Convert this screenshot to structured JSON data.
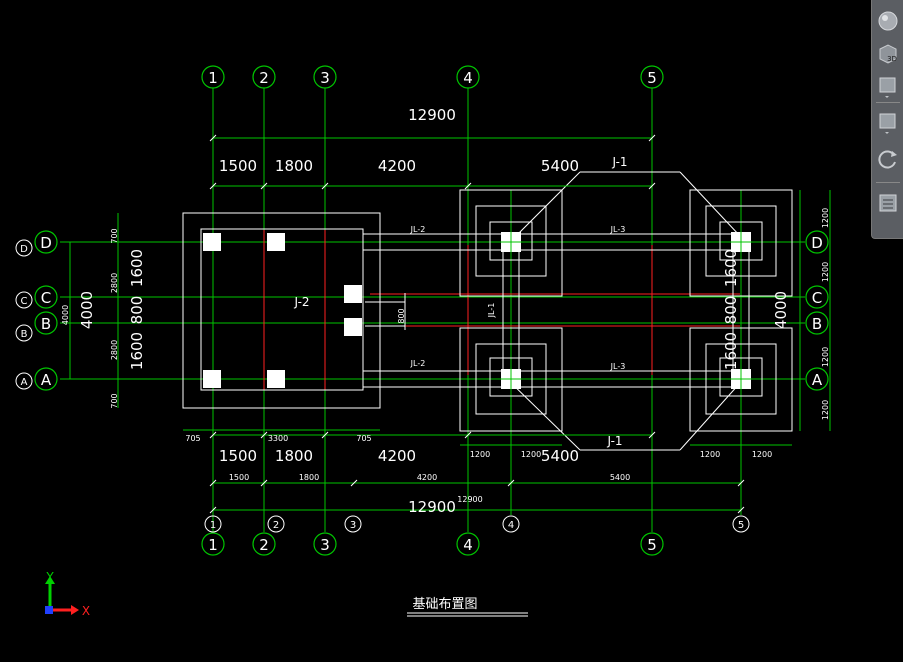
{
  "axes_top": [
    "1",
    "2",
    "3",
    "4",
    "5"
  ],
  "axes_bottom": [
    "1",
    "2",
    "3",
    "4",
    "5"
  ],
  "axes_bottom_small": [
    "1",
    "2",
    "3",
    "4",
    "5"
  ],
  "axes_left": [
    "D",
    "C",
    "B",
    "A"
  ],
  "axes_left_small": [
    "D",
    "C",
    "B",
    "A"
  ],
  "axes_right": [
    "D",
    "C",
    "B",
    "A"
  ],
  "dims": {
    "total_top": "12900",
    "total_bottom": "12900",
    "total_bottom_small": "12900",
    "s1500": "1500",
    "s1800": "1800",
    "s4200": "4200",
    "s5400": "5400",
    "s1500_small": "1500",
    "s1800_small": "1800",
    "s4200_small": "4200",
    "s5400_small": "5400",
    "s705": "705",
    "s3300": "3300",
    "s1200": "1200",
    "v1600": "1600",
    "v800": "800",
    "v4000": "4000",
    "v4000_small": "4000",
    "v2800": "2800",
    "v700": "700",
    "v800_small": "800",
    "v1200": "1200"
  },
  "labels": {
    "j1": "J-1",
    "j2": "J-2",
    "jl1": "JL-1",
    "jl2": "JL-2",
    "jl3": "JL-3"
  },
  "title": "基础布置图",
  "ucs": {
    "x": "X",
    "y": "Y"
  },
  "nav": {
    "cube3d": "3D"
  },
  "colors": {
    "grid": "#00c400",
    "outline": "#ffffff",
    "red": "#ff2020",
    "ucs_x": "#ff2020",
    "ucs_y": "#00d000",
    "ucs_z": "#2040ff"
  }
}
